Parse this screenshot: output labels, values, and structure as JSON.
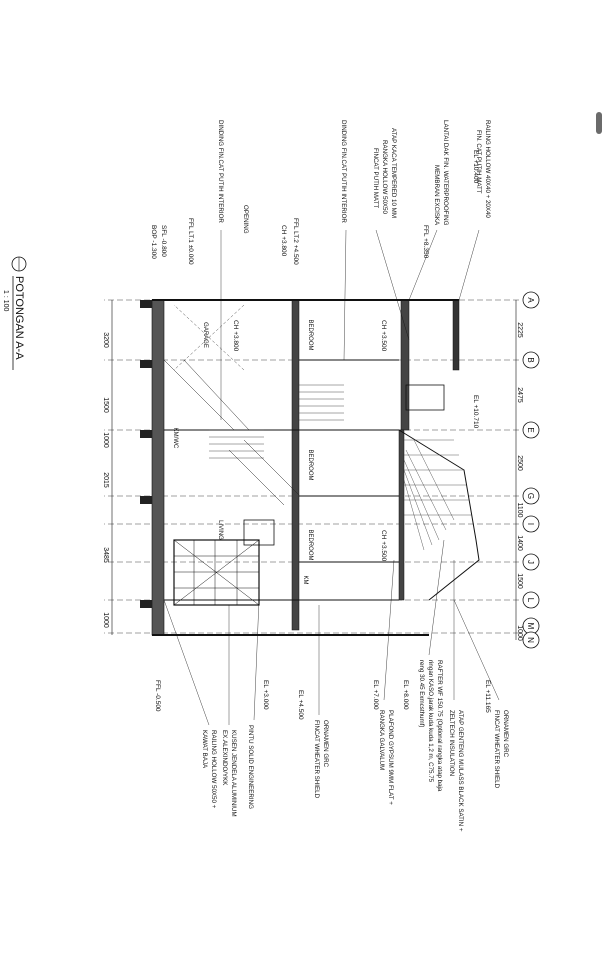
{
  "title": "POTONGAN A-A",
  "scale": "1 : 100",
  "grid": [
    "A",
    "B",
    "E",
    "G",
    "I",
    "J",
    "L",
    "M",
    "N"
  ],
  "dims": [
    "2225",
    "2475",
    "2500",
    "1100",
    "1400",
    "1500",
    "1000"
  ],
  "dims_bottom": [
    "3200",
    "1500",
    "1000",
    "2015",
    "3485",
    "1000"
  ],
  "levels": {
    "el_10400": "EL +10.400",
    "el_10710": "EL +10.710",
    "el_11165": "EL +11.165",
    "ffl_8350": "FFL +8.350",
    "ffl_4500": "FFL LT.2 +4.500",
    "ch_3800a": "CH +3.800",
    "ffl_0": "FFL LT.1 ±0.000",
    "sfl": "SFL -0.800",
    "bop": "BOP -1.300",
    "ch_3500a": "CH +3.500",
    "ch_3800b": "CH +3.800",
    "ch_3500b": "CH +3.500",
    "el_8000": "EL +8.000",
    "el_7000": "EL +7.000",
    "el_4500": "EL +4.500",
    "el_3000": "EL +3.000",
    "ffl_m0500": "FFL -0.500"
  },
  "notes_top": {
    "n1a": "RAILING HOLLOW 40X40 + 20X40",
    "n1b": "FIN. CAT PUTIH MATT",
    "n2a": "LANTAI DAK FIN. WATERPROOFING",
    "n2b": "MEMBRAN EXCISKA",
    "n3a": "ATAP KACA TEMPERED 10 MM",
    "n3b": "RANGKA HOLLOW 50X50",
    "n3c": "FINCAT PUTIH MATT",
    "n4": "DINDING FIN.CAT PUTIH INTERIOR",
    "n5": "OPENING",
    "n6": "DINDING FIN.CAT PUTIH INTERIOR"
  },
  "notes_bottom": {
    "b1a": "ORNAMEN GRC",
    "b1b": "FINCAT WHEATER SHIELD",
    "b2a": "ATAP GENTENG MULASS BLACK SATIN +",
    "b2b": "ZELTECH INSULATION",
    "b3a": "RAFTER WF 150.75 (Optional rangka atap baja",
    "b3b": "ringan KASO,jarak kuda kuda 1,2 m, C75.75",
    "b3c": "reng 30.45 Exmcsthumf)",
    "b4a": "PLAFOND GYPSUM 9MM FLAT +",
    "b4b": "RANGKA GALVALUM",
    "b5a": "ORNAMEN GRC",
    "b5b": "FINCAT WHEATER SHIELD",
    "b6": "PINTU SOLID ENGINEERING",
    "b7a": "KUSEN JENDELA ALUMINIUM",
    "b7b": "EX.ALEXINDO/YKK",
    "b8a": "RAILING HOLLOW 50X50 +",
    "b8b": "KAWAT BAJA"
  },
  "rooms": {
    "garage": "GARAGE",
    "bedroom1": "BEDROOM",
    "bedroom2": "BEDROOM",
    "bedroom3": "BEDROOM",
    "living": "LIVING",
    "km_wc": "KM/WC",
    "km": "KM"
  }
}
